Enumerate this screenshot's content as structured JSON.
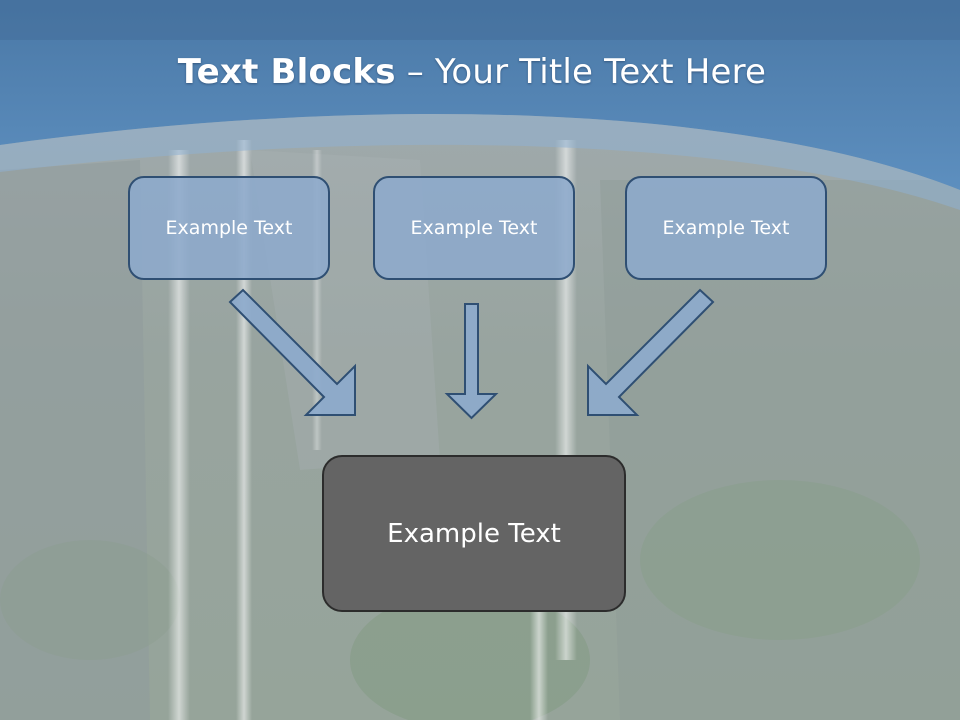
{
  "slide": {
    "title_bold": "Text Blocks",
    "title_dash": " – ",
    "title_rest": "Your Title Text Here"
  },
  "blocks": [
    {
      "label": "Example Text"
    },
    {
      "label": "Example Text"
    },
    {
      "label": "Example Text"
    }
  ],
  "center_block": {
    "label": "Example Text"
  },
  "colors": {
    "header_blue": "#4f7fb0",
    "block_fill": "#8daacc",
    "block_border": "#2f4f73",
    "center_fill": "#646464",
    "arrow_fill": "#8daacc"
  }
}
